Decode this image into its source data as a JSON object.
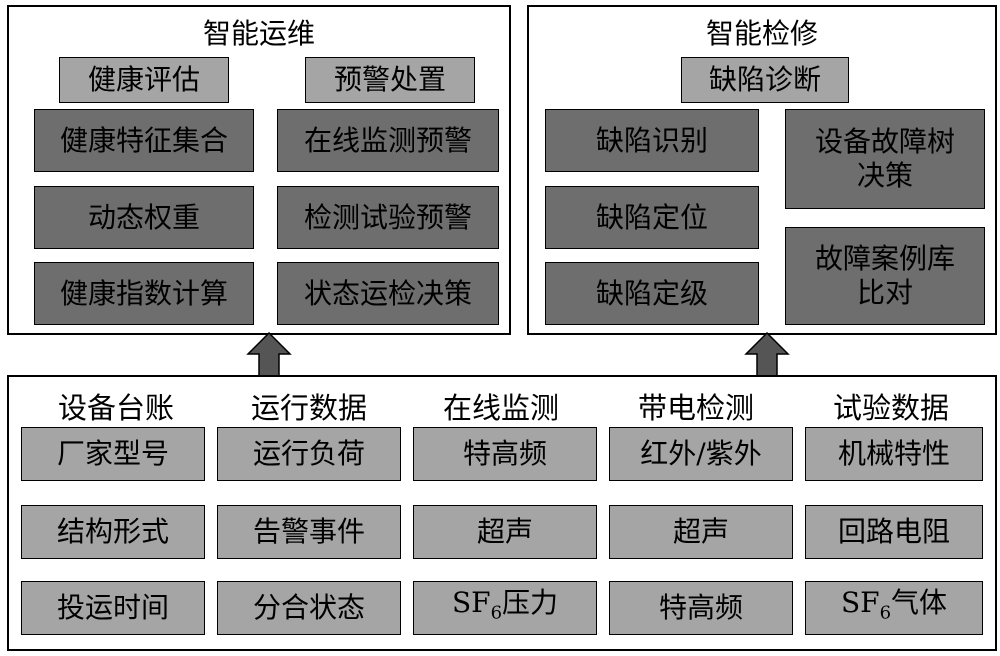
{
  "ops": {
    "title": "智能运维",
    "health_header": "健康评估",
    "warning_header": "预警处置",
    "health_items": [
      "健康特征集合",
      "动态权重",
      "健康指数计算"
    ],
    "warning_items": [
      "在线监测预警",
      "检测试验预警",
      "状态运检决策"
    ]
  },
  "repair": {
    "title": "智能检修",
    "defect_header": "缺陷诊断",
    "defect_items": [
      "缺陷识别",
      "缺陷定位",
      "缺陷定级"
    ],
    "decision_items": [
      "设备故障树决策",
      "故障案例库比对"
    ]
  },
  "data_sources": {
    "ledger": {
      "title": "设备台账",
      "items": [
        "厂家型号",
        "结构形式",
        "投运时间"
      ]
    },
    "operation": {
      "title": "运行数据",
      "items": [
        "运行负荷",
        "告警事件",
        "分合状态"
      ]
    },
    "online": {
      "title": "在线监测",
      "items": [
        "特高频",
        "超声",
        "SF6压力"
      ]
    },
    "live": {
      "title": "带电检测",
      "items": [
        "红外/紫外",
        "超声",
        "特高频"
      ]
    },
    "test": {
      "title": "试验数据",
      "items": [
        "机械特性",
        "回路电阻",
        "SF6气体"
      ]
    }
  },
  "colors": {
    "dark_box": "#6e6e6e",
    "mid_box": "#a5a5a5",
    "arrow": "#555555"
  }
}
